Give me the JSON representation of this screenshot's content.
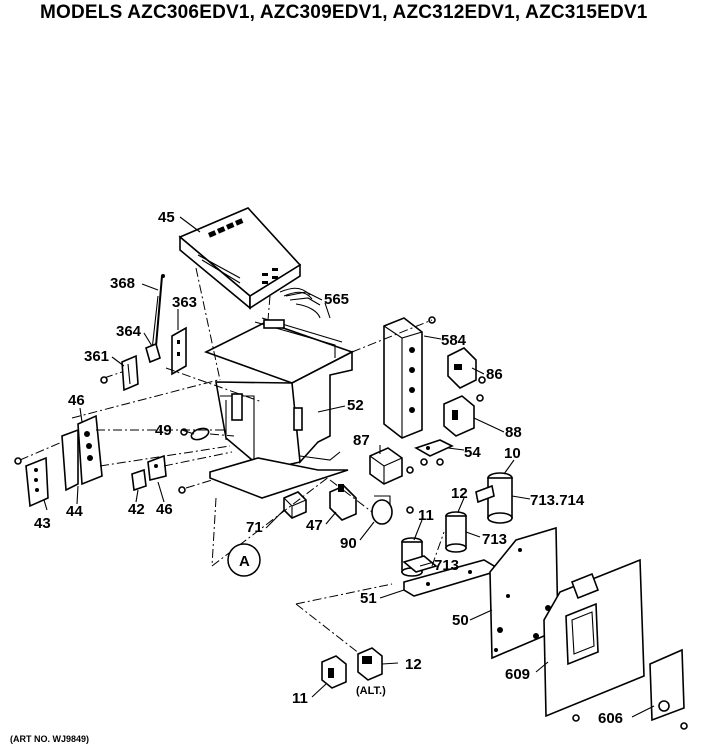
{
  "header": {
    "title": "MODELS AZC306EDV1, AZC309EDV1, AZC312EDV1, AZC315EDV1"
  },
  "footer": {
    "art_no": "(ART NO. WJ9849)"
  },
  "callouts": {
    "c45": "45",
    "c368": "368",
    "c363": "363",
    "c565": "565",
    "c584": "584",
    "c364": "364",
    "c361": "361",
    "c86": "86",
    "c46a": "46",
    "c52": "52",
    "c88": "88",
    "c49": "49",
    "c87": "87",
    "c54": "54",
    "c10": "10",
    "c12a": "12",
    "c713714": "713.714",
    "c43": "43",
    "c44": "44",
    "c42": "42",
    "c46b": "46",
    "c71": "71",
    "c47": "47",
    "c11a": "11",
    "c90": "90",
    "c713a": "713",
    "c713b": "713",
    "c51": "51",
    "c50": "50",
    "c12b": "12",
    "c609": "609",
    "c11b": "11",
    "c606": "606",
    "alt": "(ALT.)",
    "refA": "A"
  },
  "icons": [
    "control-panel",
    "bracket",
    "screw",
    "capacitor",
    "relay",
    "switch",
    "thermistor"
  ]
}
